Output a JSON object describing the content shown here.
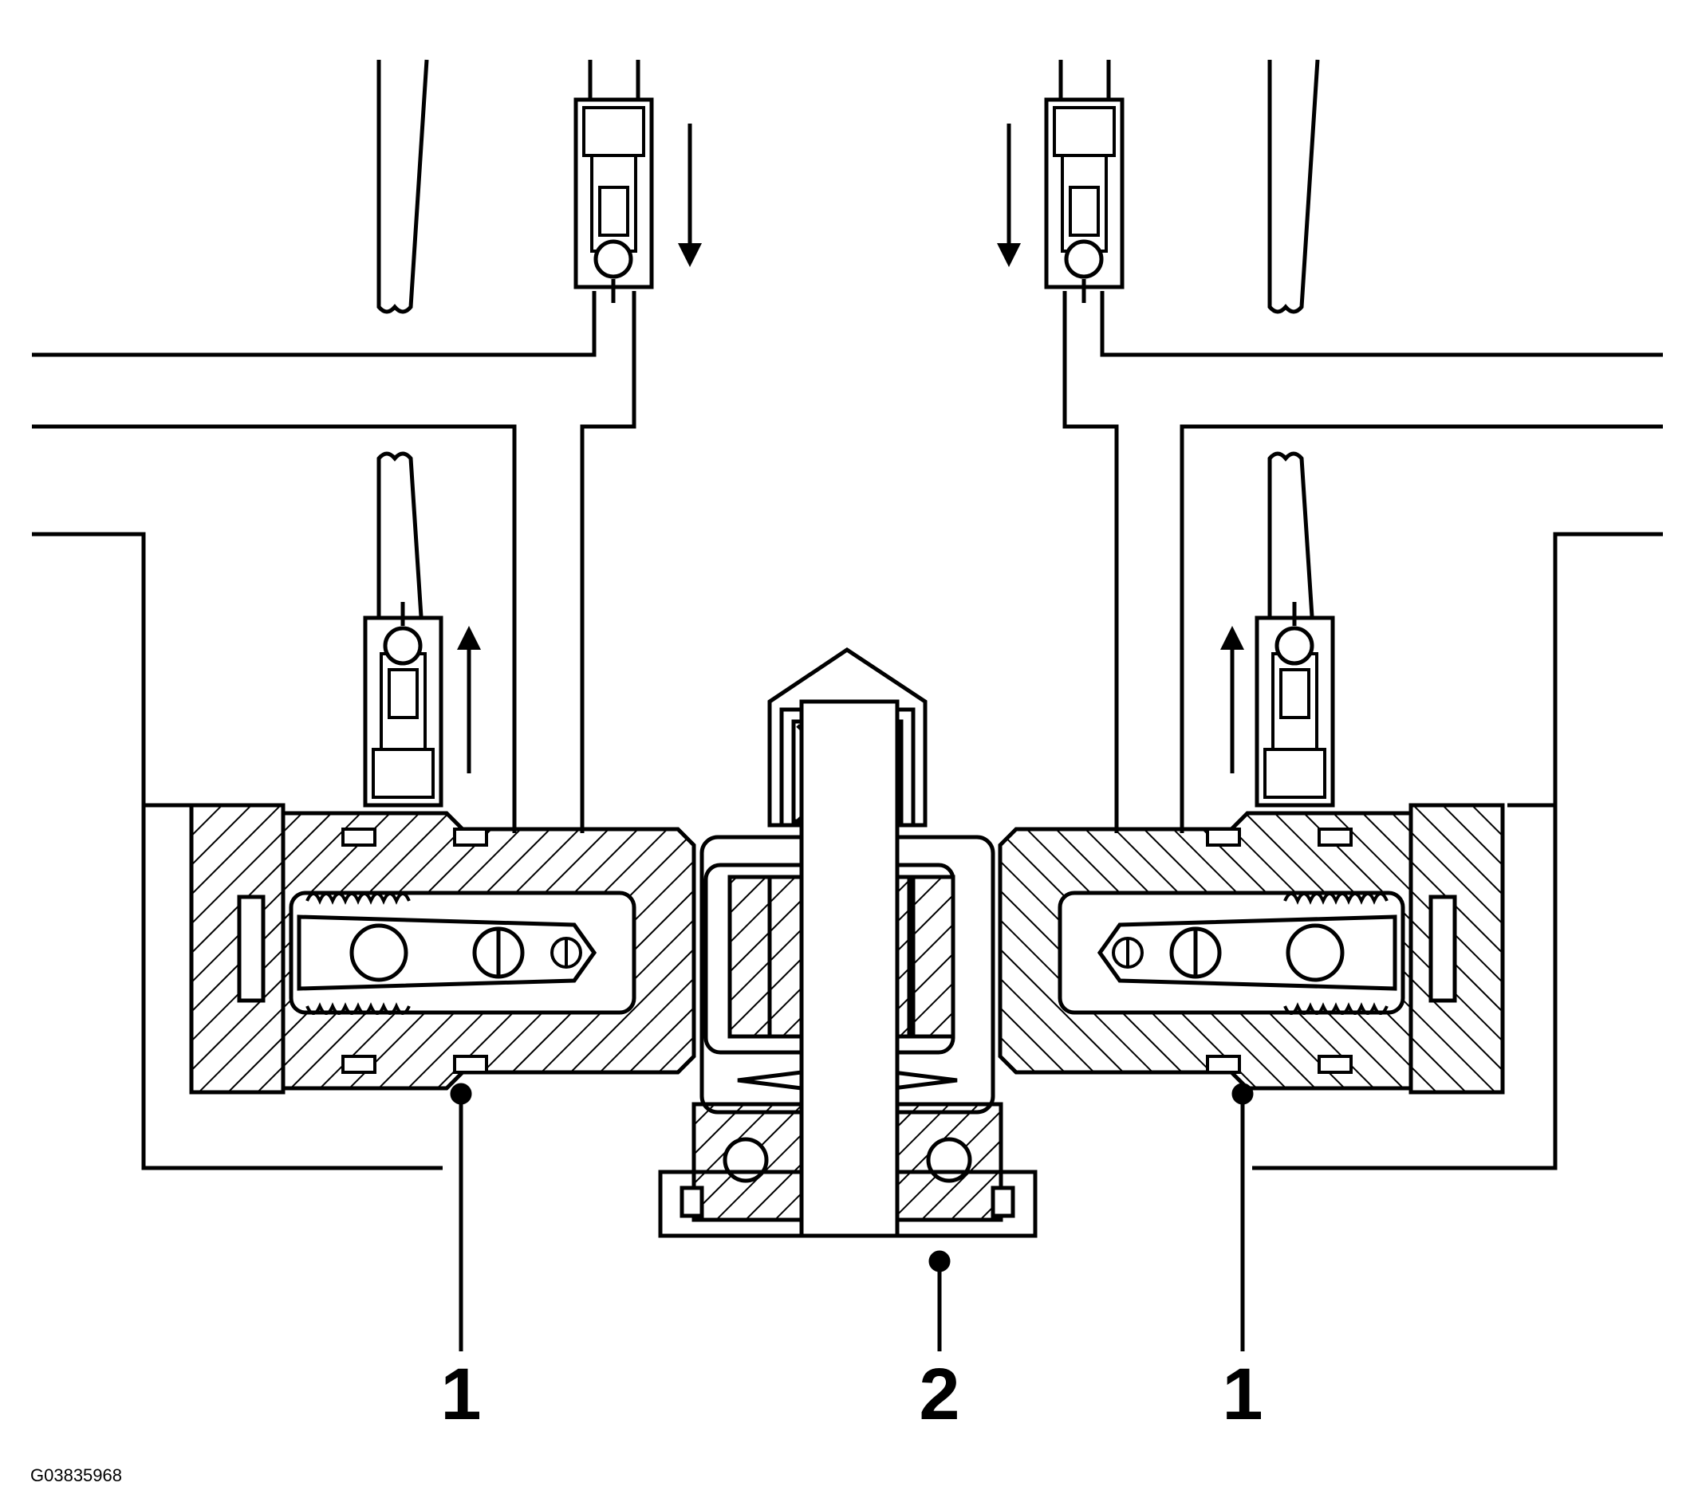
{
  "diagram": {
    "callouts": [
      {
        "id": "left-valve",
        "text": "1"
      },
      {
        "id": "center-pump",
        "text": "2"
      },
      {
        "id": "right-valve",
        "text": "1"
      }
    ],
    "figure_id": "G03835968",
    "colors": {
      "line": "#000000",
      "background": "#ffffff"
    }
  }
}
